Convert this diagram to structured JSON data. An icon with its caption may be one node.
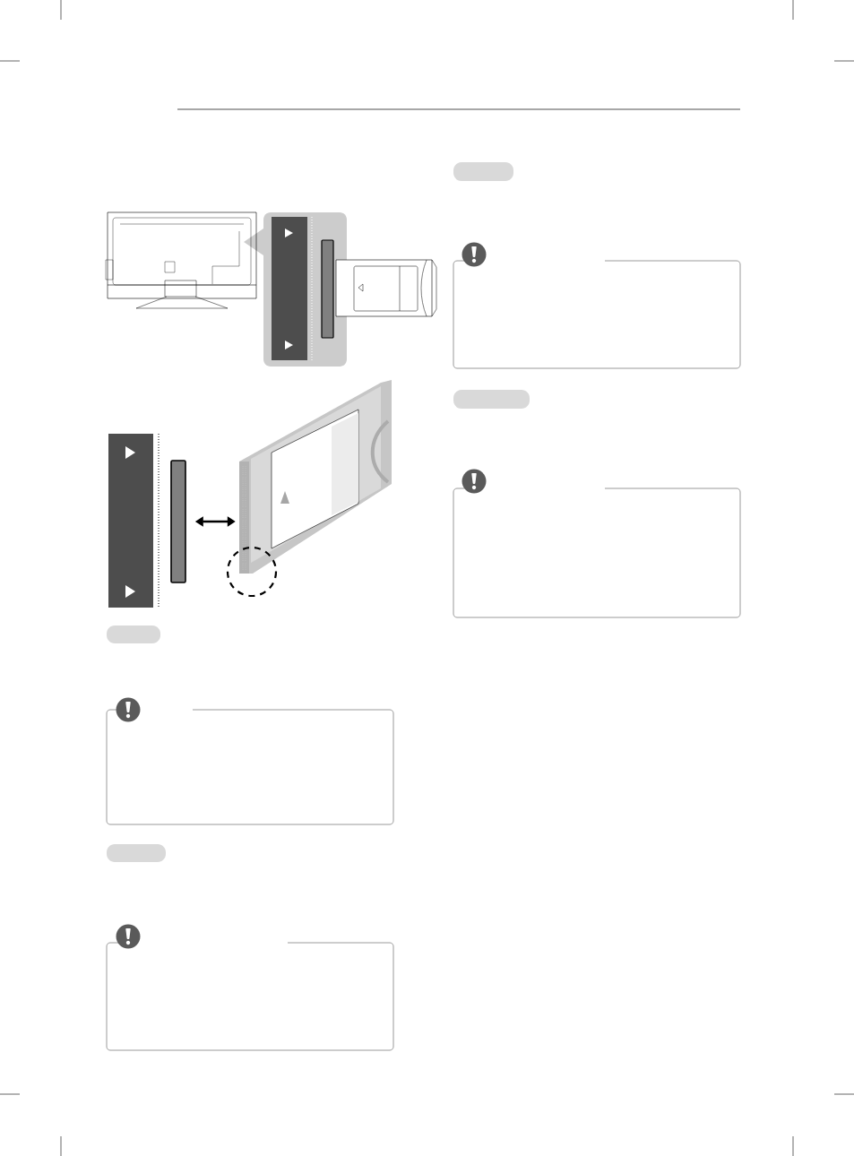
{
  "diagram": {
    "nodes": [
      {
        "text": [],
        "shape": "bar"
      },
      {
        "text": [],
        "shape": "picture"
      },
      {
        "text": [],
        "shape": "bar"
      },
      {
        "text": [],
        "shape": "box"
      },
      {
        "text": [],
        "shape": "bar"
      },
      {
        "text": [],
        "shape": "box"
      },
      {
        "text": [],
        "shape": "bar"
      },
      {
        "text": [],
        "shape": "box"
      },
      {
        "text": [],
        "shape": "bar"
      },
      {
        "text": [],
        "shape": "box"
      }
    ],
    "edges": [
      {
        "from": 0,
        "to": 1,
        "arrow": "both"
      }
    ]
  }
}
